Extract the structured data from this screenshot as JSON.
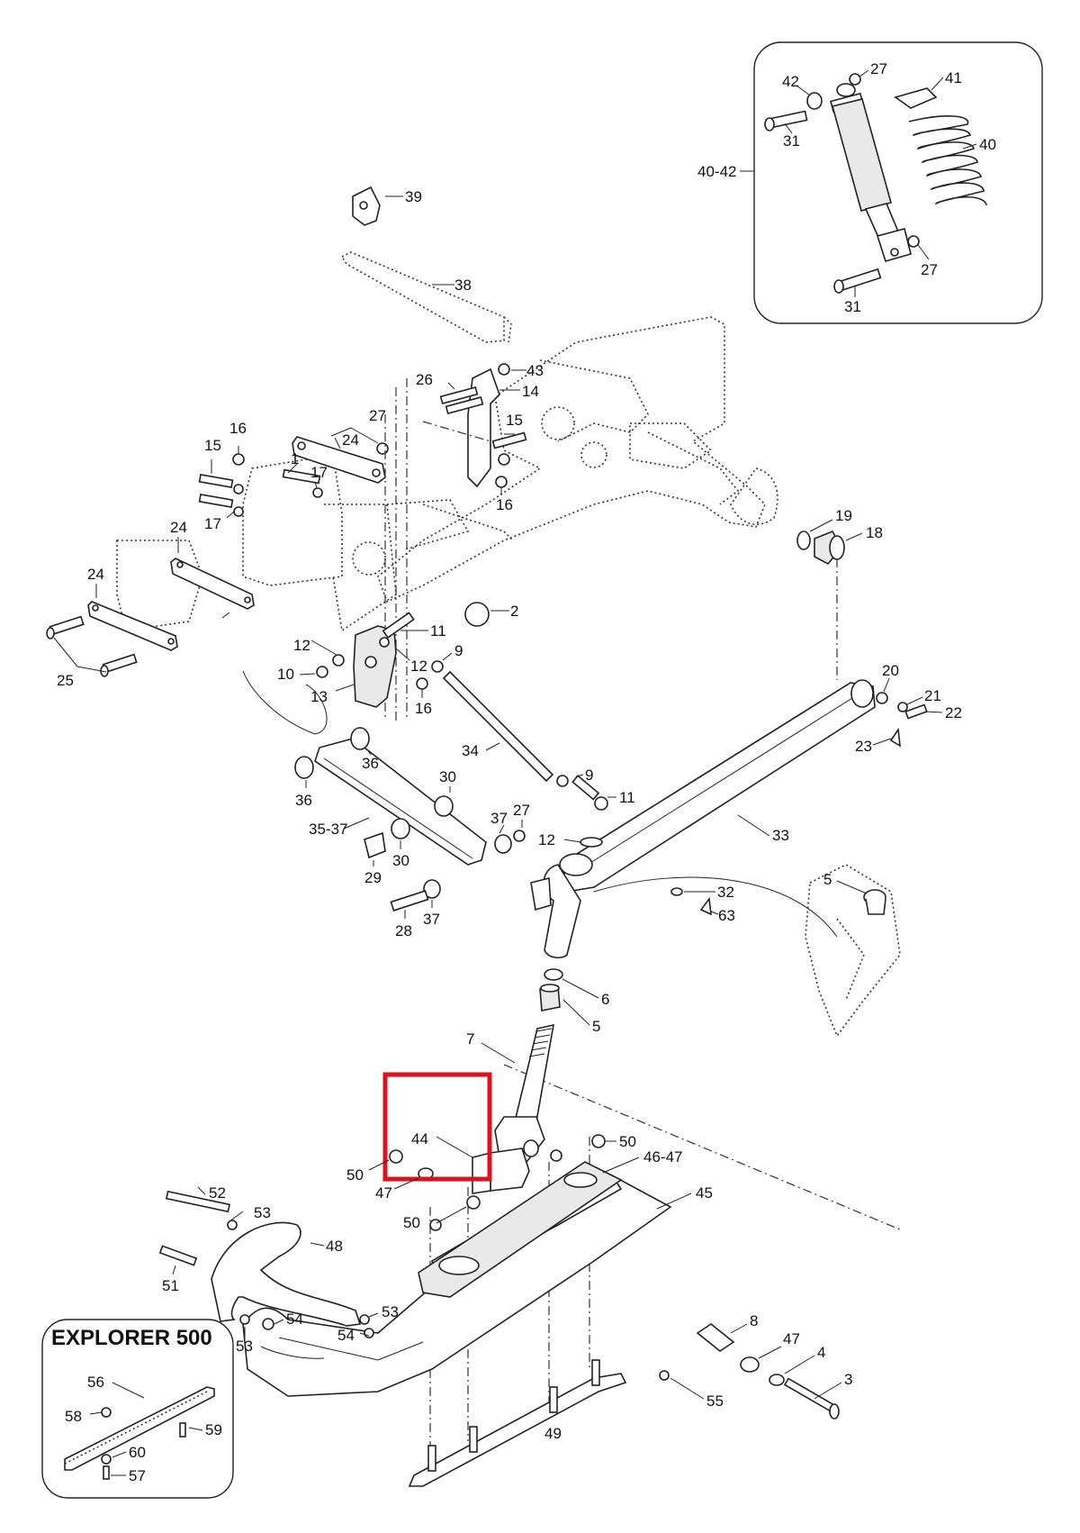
{
  "highlight": {
    "color": "#e0101c",
    "target_label": "44"
  },
  "inset_explorer": {
    "title": "EXPLORER 500"
  },
  "callouts": {
    "c39": "39",
    "c38": "38",
    "c43": "43",
    "c26": "26",
    "c14": "14",
    "c15a": "15",
    "c27a": "27",
    "c16a": "16",
    "c24a": "24",
    "c15b": "15",
    "c1": "1",
    "c17a": "17",
    "c17b": "17",
    "c16b": "16",
    "c24b": "24",
    "c24c": "24",
    "c25": "25",
    "c2": "2",
    "c11a": "11",
    "c12a": "12",
    "c12b": "12",
    "c9a": "9",
    "c10": "10",
    "c13": "13",
    "c16c": "16",
    "c19": "19",
    "c18": "18",
    "c20": "20",
    "c21": "21",
    "c22": "22",
    "c23": "23",
    "c34": "34",
    "c36a": "36",
    "c36b": "36",
    "c30a": "30",
    "c27b": "27",
    "c35_37": "35-37",
    "c37a": "37",
    "c9b": "9",
    "c11b": "11",
    "c12c": "12",
    "c33": "33",
    "c29": "29",
    "c30b": "30",
    "c28": "28",
    "c37b": "37",
    "c32": "32",
    "c63": "63",
    "c5a": "5",
    "c6": "6",
    "c5b": "5",
    "c7": "7",
    "c44": "44",
    "c50a": "50",
    "c50b": "50",
    "c47a": "47",
    "c46_47": "46-47",
    "c45": "45",
    "c50c": "50",
    "c52": "52",
    "c53a": "53",
    "c48": "48",
    "c51": "51",
    "c53b": "53",
    "c54a": "54",
    "c53c": "53",
    "c54b": "54",
    "c8": "8",
    "c47b": "47",
    "c4": "4",
    "c3": "3",
    "c55": "55",
    "c49": "49",
    "c56": "56",
    "c58": "58",
    "c59": "59",
    "c60": "60",
    "c57": "57",
    "c42": "42",
    "c27c": "27",
    "c41": "41",
    "c31a": "31",
    "c40": "40",
    "c40_42": "40-42",
    "c27d": "27",
    "c31b": "31"
  }
}
